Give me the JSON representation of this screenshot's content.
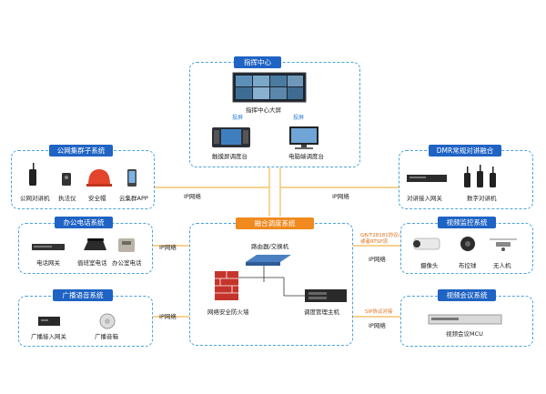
{
  "center_top": {
    "title": "指挥中心",
    "big_screen": "指挥中心大屏",
    "touch_console": "触摸屏调度台",
    "pc_console": "电脑端调度台",
    "cast_left": "投屏",
    "cast_right": "投屏"
  },
  "public_cluster": {
    "title": "公网集群子系统",
    "items": [
      "公网对讲机",
      "执法仪",
      "安全帽",
      "云集群APP"
    ]
  },
  "office_phone": {
    "title": "办公电话系统",
    "items": [
      "电话网关",
      "值班室电话",
      "办公室电话"
    ]
  },
  "broadcast": {
    "title": "广播语音系统",
    "items": [
      "广播接入网关",
      "广播音箱"
    ]
  },
  "dmr": {
    "title": "DMR常规对讲融合",
    "items": [
      "对讲接入网关",
      "数字对讲机"
    ]
  },
  "video_monitor": {
    "title": "视频监控系统",
    "items": [
      "摄像头",
      "布控球",
      "无人机"
    ]
  },
  "video_conf": {
    "title": "视频会议系统",
    "items": [
      "视频会议MCU"
    ]
  },
  "fusion": {
    "title": "融合调度系统",
    "router": "路由器/交换机",
    "firewall": "网络安全防火墙",
    "host": "调度管理主机"
  },
  "links": {
    "ip_top_left": "IP网络",
    "ip_top_right": "IP网络",
    "ip_office": "IP网络",
    "ip_broadcast": "IP网络",
    "ip_video_monitor": "IP网络",
    "ip_video_conf": "IP网络",
    "gb_protocol": "GB/T28181协议/\n或者RTSP流",
    "sip_protocol": "SIP协议对接"
  },
  "colors": {
    "dashed_border": "#4aa3d8",
    "tag_blue": "#1f63c4",
    "tag_orange": "#f08a1e",
    "link_line": "#f5c26b"
  }
}
